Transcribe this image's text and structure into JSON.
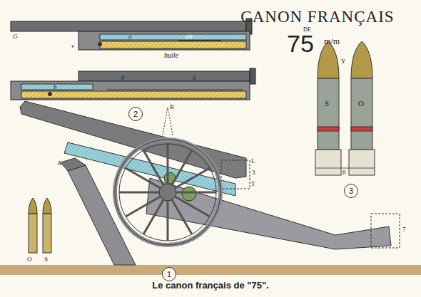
{
  "diagram": {
    "title": "CANON FRANÇAIS",
    "caption": "Le canon français de \"75\".",
    "nodes": [
      {
        "text": [
          "2"
        ]
      },
      {
        "text": [
          "3"
        ]
      },
      {
        "text": [
          "1"
        ]
      }
    ],
    "labels": [
      "DE",
      "75",
      "m/m",
      "G",
      "v",
      "air",
      "huile",
      "a",
      "g",
      "g",
      "b",
      "S",
      "O",
      "Y",
      "8",
      "R",
      "L",
      "3",
      "T",
      "A",
      "7",
      "O",
      "S"
    ]
  }
}
